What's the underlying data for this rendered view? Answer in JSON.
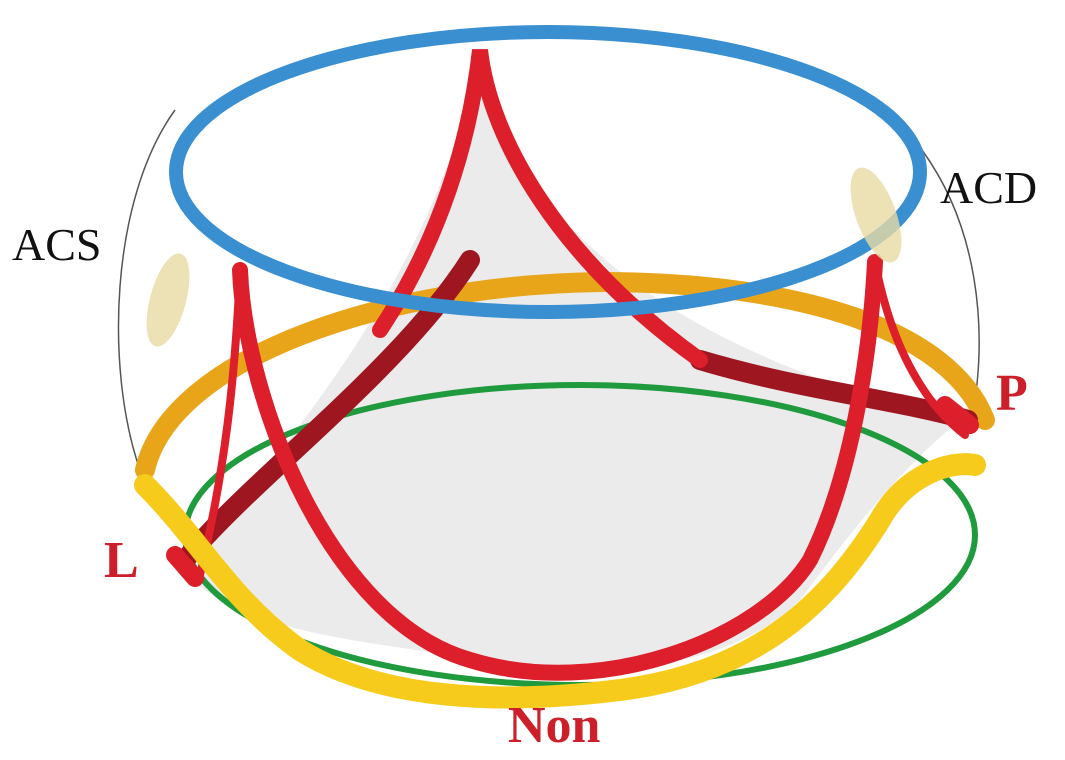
{
  "labels": {
    "acs": "ACS",
    "acd": "ACD",
    "p": "P",
    "l": "L",
    "non": "Non"
  },
  "colors": {
    "sinotubular_ring": "#3a8fd1",
    "crown_ring": "#f2b820",
    "basal_ring": "#1f9a3c",
    "leaflet_hinge": "#dc1f2b",
    "leaflet_hinge_shadow": "#9e1620",
    "coronary_ostia": "#e8d9a4",
    "root_outline": "#555555",
    "leaflet_fill": "#e4e4e6",
    "label_black": "#111111",
    "label_red": "#cc1f2a"
  },
  "icons": [
    "sinotubular-junction-ring",
    "crown-annulus-ring",
    "virtual-basal-ring",
    "leaflet-hinge-lines",
    "coronary-ostium-left",
    "coronary-ostium-right"
  ]
}
